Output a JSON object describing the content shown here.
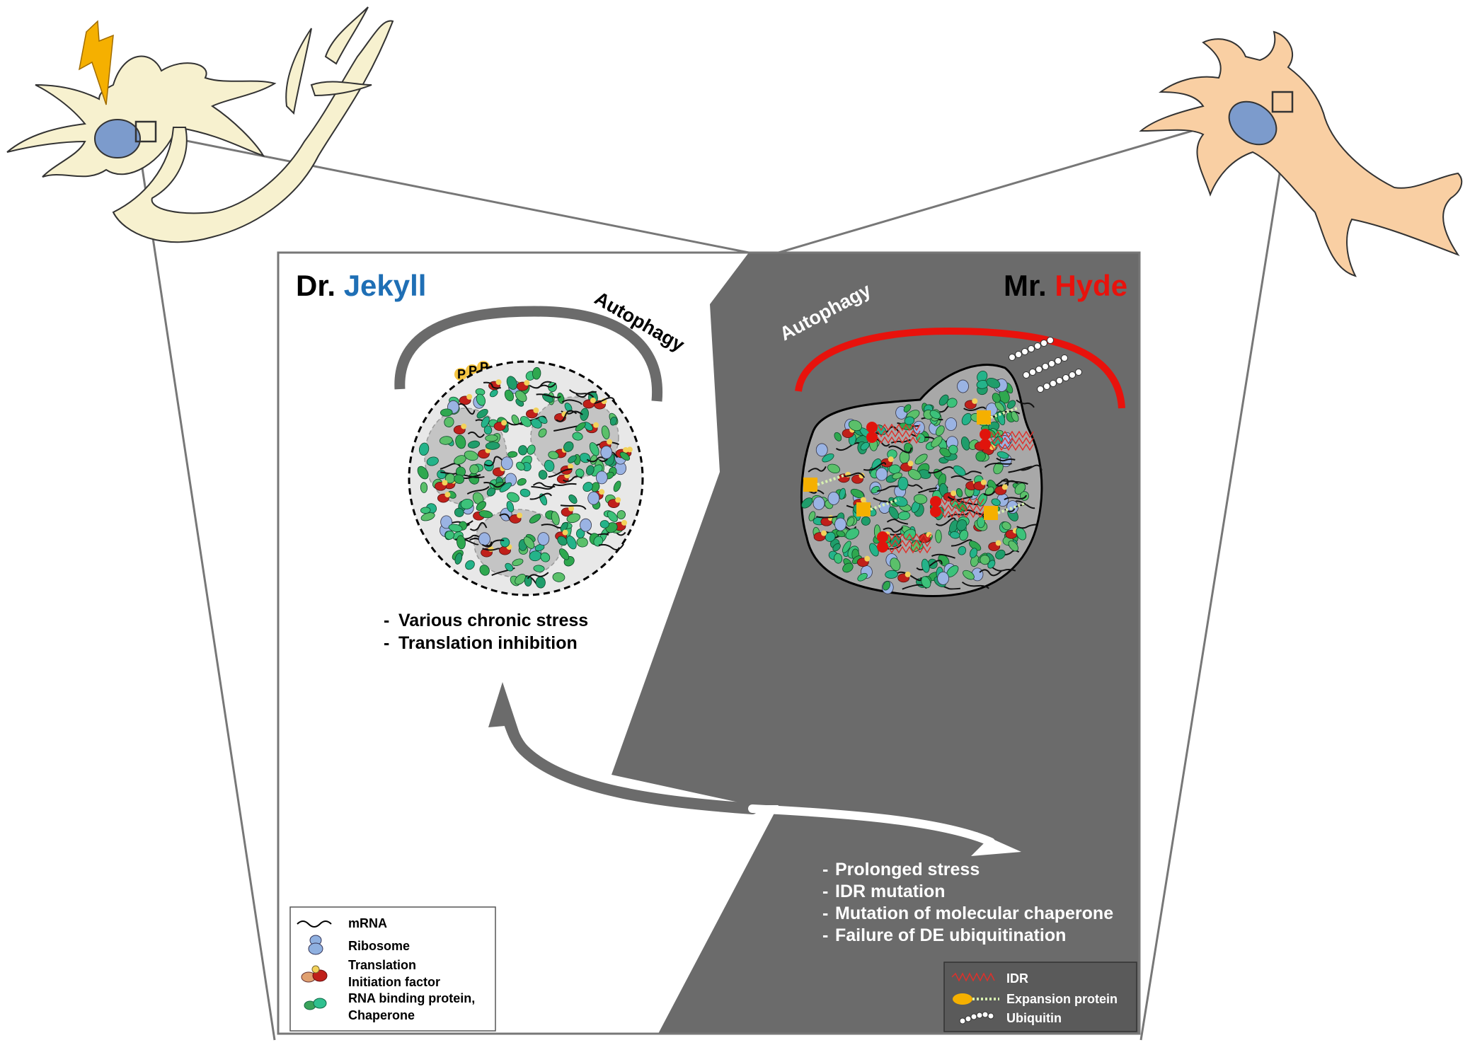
{
  "left_panel": {
    "title_prefix": "Dr.",
    "title_name": "Jekyll",
    "title_name_color": "#1f6fb5",
    "autophagy_label": "Autophagy",
    "phospho_label": "P",
    "bullets": [
      "Various chronic stress",
      "Translation inhibition"
    ]
  },
  "right_panel": {
    "title_prefix": "Mr.",
    "title_name": "Hyde",
    "title_name_color": "#e8120c",
    "autophagy_label": "Autophagy",
    "bullets": [
      "Prolonged stress",
      "IDR mutation",
      "Mutation of molecular chaperone",
      "Failure of DE ubiquitination"
    ]
  },
  "bullet_marker": "-",
  "legend_left": {
    "items": [
      {
        "icon": "mrna-icon",
        "lines": [
          "mRNA"
        ]
      },
      {
        "icon": "ribosome-icon",
        "lines": [
          "Ribosome"
        ]
      },
      {
        "icon": "translation-factor-icon",
        "lines": [
          "Translation",
          "Initiation factor"
        ]
      },
      {
        "icon": "rbp-chaperone-icon",
        "lines": [
          "RNA binding protein,",
          "Chaperone"
        ]
      }
    ]
  },
  "legend_right": {
    "items": [
      {
        "icon": "idr-icon",
        "lines": [
          "IDR"
        ]
      },
      {
        "icon": "expansion-protein-icon",
        "lines": [
          "Expansion protein"
        ]
      },
      {
        "icon": "ubiquitin-icon",
        "lines": [
          "Ubiquitin"
        ]
      }
    ]
  },
  "colors": {
    "dark_panel": "#6b6b6b",
    "neuron_fill": "#f7f1cf",
    "glia_fill": "#f9cfa3",
    "nucleus_fill": "#7c9bcc",
    "hyde_arc": "#e8120c",
    "jekyll_arc": "#6b6b6b",
    "lightning": "#f5b000"
  }
}
